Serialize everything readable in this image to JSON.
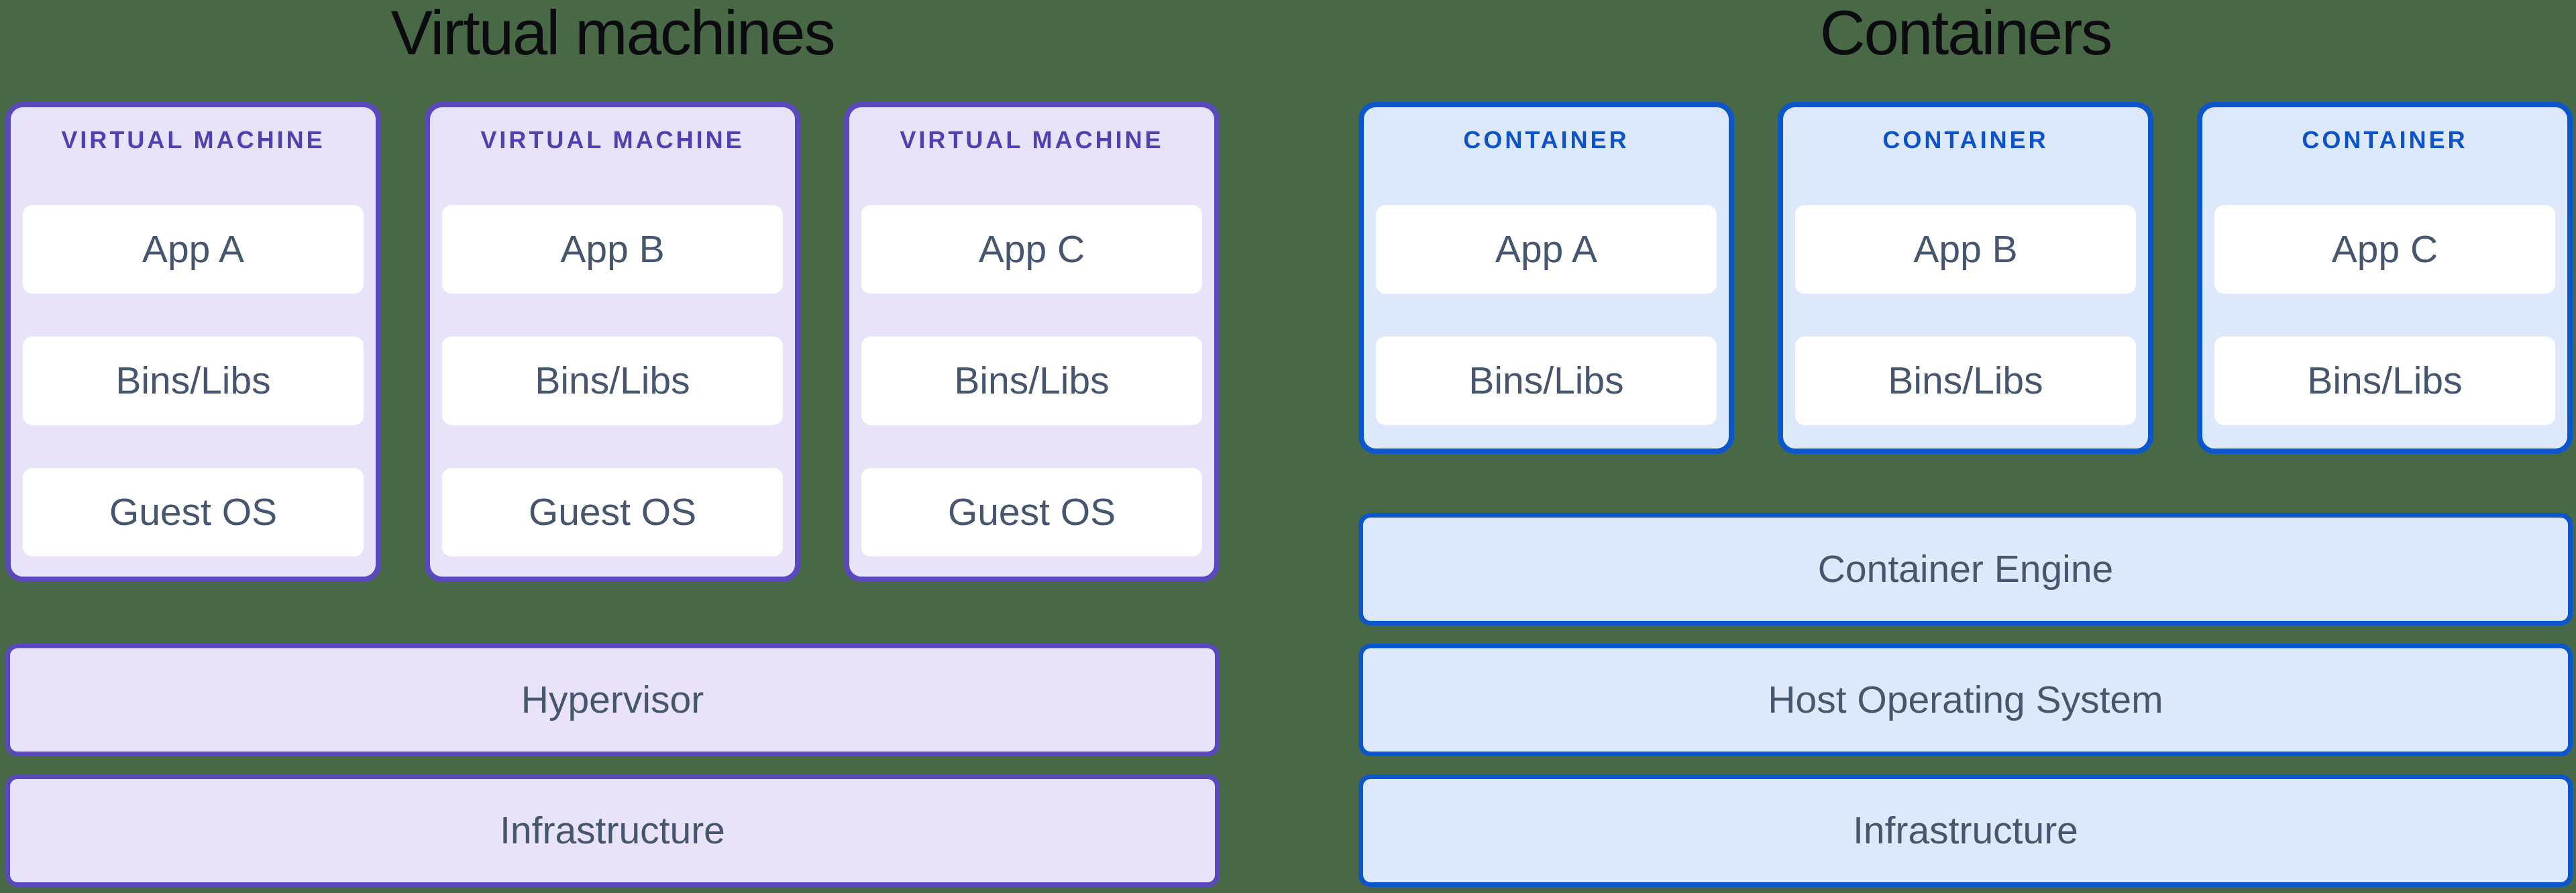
{
  "theme": {
    "background": "#486846",
    "title_color": "#0C0C10",
    "purple_border": "#5A49BE",
    "purple_fill": "#E8E3F9",
    "purple_header_text": "#4F41B2",
    "blue_border": "#0C56CC",
    "blue_fill": "#DDE9FB",
    "blue_header_text": "#0B52CB",
    "row_text": "#47566F",
    "row_fill": "#FFFFFF"
  },
  "vm_section": {
    "title": "Virtual machines",
    "machines": [
      {
        "header": "VIRTUAL MACHINE",
        "rows": [
          "App A",
          "Bins/Libs",
          "Guest OS"
        ]
      },
      {
        "header": "VIRTUAL MACHINE",
        "rows": [
          "App B",
          "Bins/Libs",
          "Guest OS"
        ]
      },
      {
        "header": "VIRTUAL MACHINE",
        "rows": [
          "App C",
          "Bins/Libs",
          "Guest OS"
        ]
      }
    ],
    "bars": [
      "Hypervisor",
      "Infrastructure"
    ]
  },
  "container_section": {
    "title": "Containers",
    "containers": [
      {
        "header": "CONTAINER",
        "rows": [
          "App A",
          "Bins/Libs"
        ]
      },
      {
        "header": "CONTAINER",
        "rows": [
          "App B",
          "Bins/Libs"
        ]
      },
      {
        "header": "CONTAINER",
        "rows": [
          "App C",
          "Bins/Libs"
        ]
      }
    ],
    "bars": [
      "Container Engine",
      "Host Operating System",
      "Infrastructure"
    ]
  }
}
